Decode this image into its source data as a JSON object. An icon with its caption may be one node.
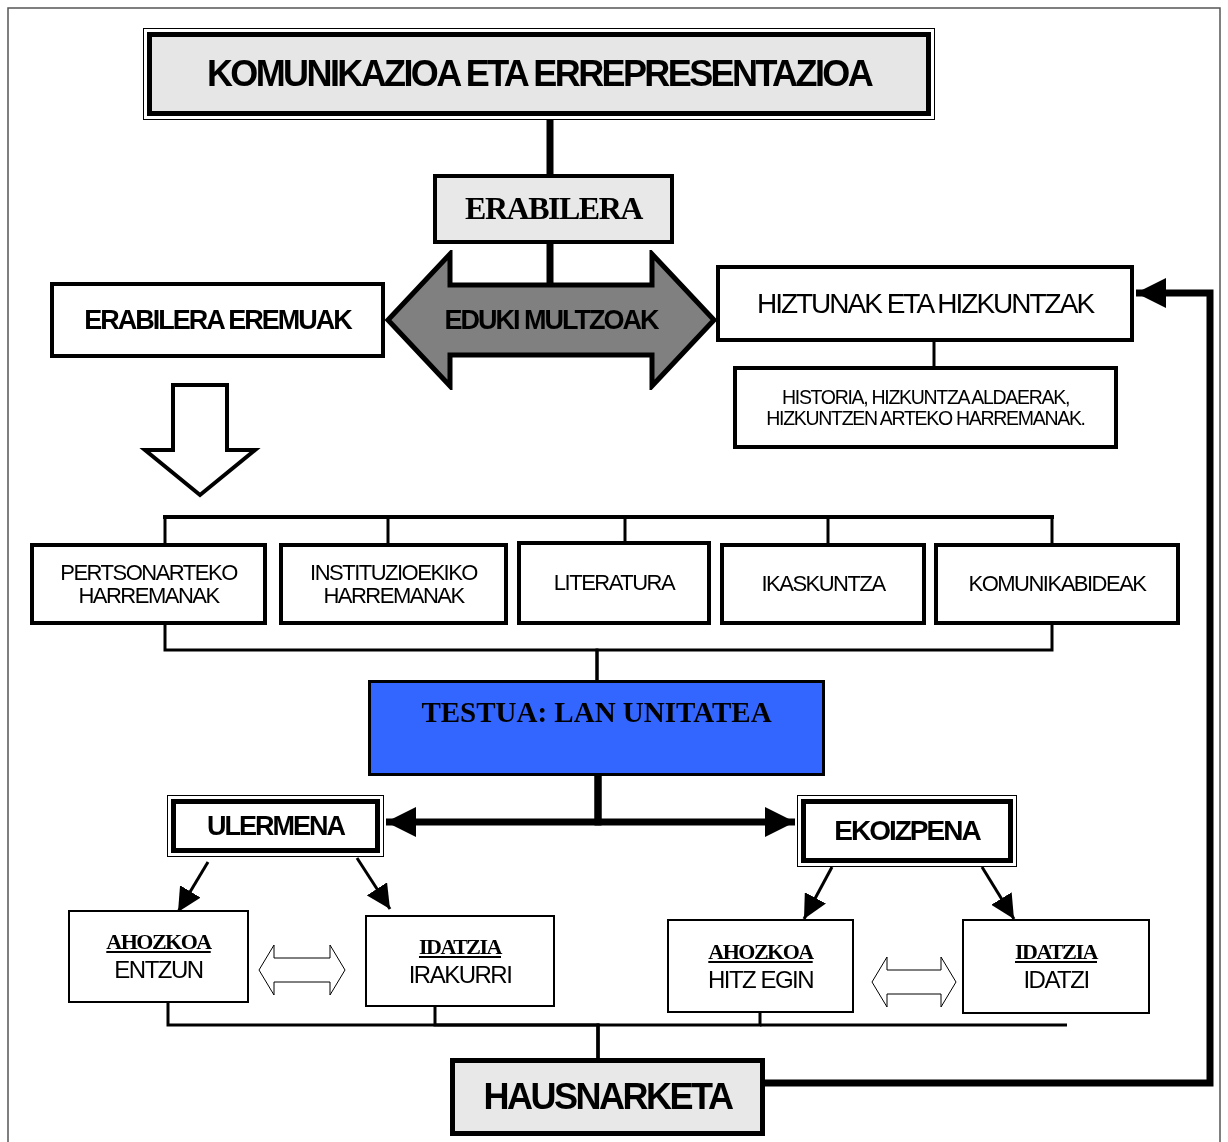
{
  "diagram": {
    "nodes": [
      {
        "text": [
          "KOMUNIKAZIOA ETA ERREPRESENTAZIOA"
        ]
      },
      {
        "text": [
          "ERABILERA"
        ]
      },
      {
        "text": [
          "EDUKI MULTZOAK"
        ]
      },
      {
        "text": [
          "ERABILERA EREMUAK"
        ]
      },
      {
        "text": [
          "HIZTUNAK ETA HIZKUNTZAK"
        ]
      },
      {
        "text": [
          "HISTORIA, HIZKUNTZA  ALDAERAK, HIZKUNTZEN ARTEKO HARREMANAK."
        ]
      },
      {
        "text": [
          "PERTSONARTEKO HARREMANAK"
        ]
      },
      {
        "text": [
          "INSTITUZIOEKIKO HARREMANAK"
        ]
      },
      {
        "text": [
          "LITERATURA"
        ]
      },
      {
        "text": [
          "IKASKUNTZA"
        ]
      },
      {
        "text": [
          "KOMUNIKABIDEAK"
        ]
      },
      {
        "text": [
          "TESTUA: LAN UNITATEA"
        ]
      },
      {
        "text": [
          "ULERMENA"
        ]
      },
      {
        "text": [
          "EKOIZPENA"
        ]
      },
      {
        "text": [
          "AHOZKOA",
          "ENTZUN"
        ]
      },
      {
        "text": [
          "IDATZIA",
          "IRAKURRI"
        ]
      },
      {
        "text": [
          "AHOZKOA",
          "HITZ EGIN"
        ]
      },
      {
        "text": [
          "IDATZIA",
          "IDATZI"
        ]
      },
      {
        "text": [
          "HAUSNARKETA"
        ]
      },
      {
        "text": [],
        "shape": "bar"
      }
    ],
    "edges": [
      {
        "from": 0,
        "to": 1,
        "arrow": "none",
        "style": "thick"
      },
      {
        "from": 1,
        "to": 2,
        "arrow": "none",
        "style": "thick"
      },
      {
        "from": 4,
        "to": 5,
        "arrow": "none"
      },
      {
        "from": 3,
        "to": 19,
        "arrow": "to"
      },
      {
        "from": 6,
        "to": 11,
        "arrow": "none"
      },
      {
        "from": 10,
        "to": 11,
        "arrow": "none"
      },
      {
        "from": 11,
        "to": 12,
        "arrow": "to",
        "style": "thick"
      },
      {
        "from": 11,
        "to": 13,
        "arrow": "to",
        "style": "thick"
      },
      {
        "from": 12,
        "to": 14,
        "arrow": "to"
      },
      {
        "from": 12,
        "to": 15,
        "arrow": "to"
      },
      {
        "from": 13,
        "to": 16,
        "arrow": "to"
      },
      {
        "from": 13,
        "to": 17,
        "arrow": "to"
      },
      {
        "from": 14,
        "to": 15,
        "arrow": "both"
      },
      {
        "from": 16,
        "to": 17,
        "arrow": "both"
      },
      {
        "from": 14,
        "to": 18,
        "arrow": "none"
      },
      {
        "from": 15,
        "to": 18,
        "arrow": "none"
      },
      {
        "from": 16,
        "to": 18,
        "arrow": "none"
      },
      {
        "from": 18,
        "to": 4,
        "arrow": "to",
        "style": "thick"
      },
      {
        "from": 19,
        "to": 6,
        "arrow": "none"
      },
      {
        "from": 19,
        "to": 7,
        "arrow": "none"
      },
      {
        "from": 19,
        "to": 8,
        "arrow": "none"
      },
      {
        "from": 19,
        "to": 9,
        "arrow": "none"
      },
      {
        "from": 19,
        "to": 10,
        "arrow": "none"
      }
    ]
  }
}
